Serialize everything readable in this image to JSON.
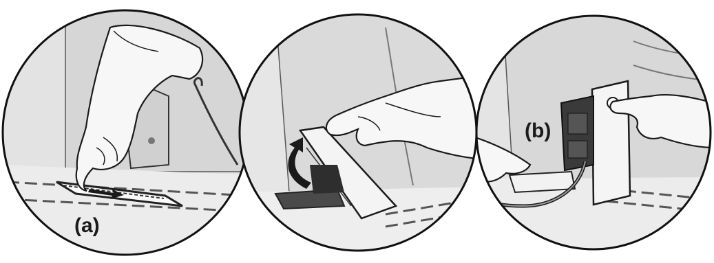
{
  "figure": {
    "panels": [
      {
        "label": "(a)",
        "step": "press-release-tab"
      },
      {
        "label": "",
        "step": "lift-cover-up"
      },
      {
        "label": "(b)",
        "step": "press-button-connect-cable"
      }
    ]
  },
  "colors": {
    "background": "#ffffff",
    "wall": "#dcdcdc",
    "floor": "#e8e8e8",
    "outline": "#1a1a1a",
    "hand": "#f7f7f7",
    "device": "#3a3a3a"
  }
}
